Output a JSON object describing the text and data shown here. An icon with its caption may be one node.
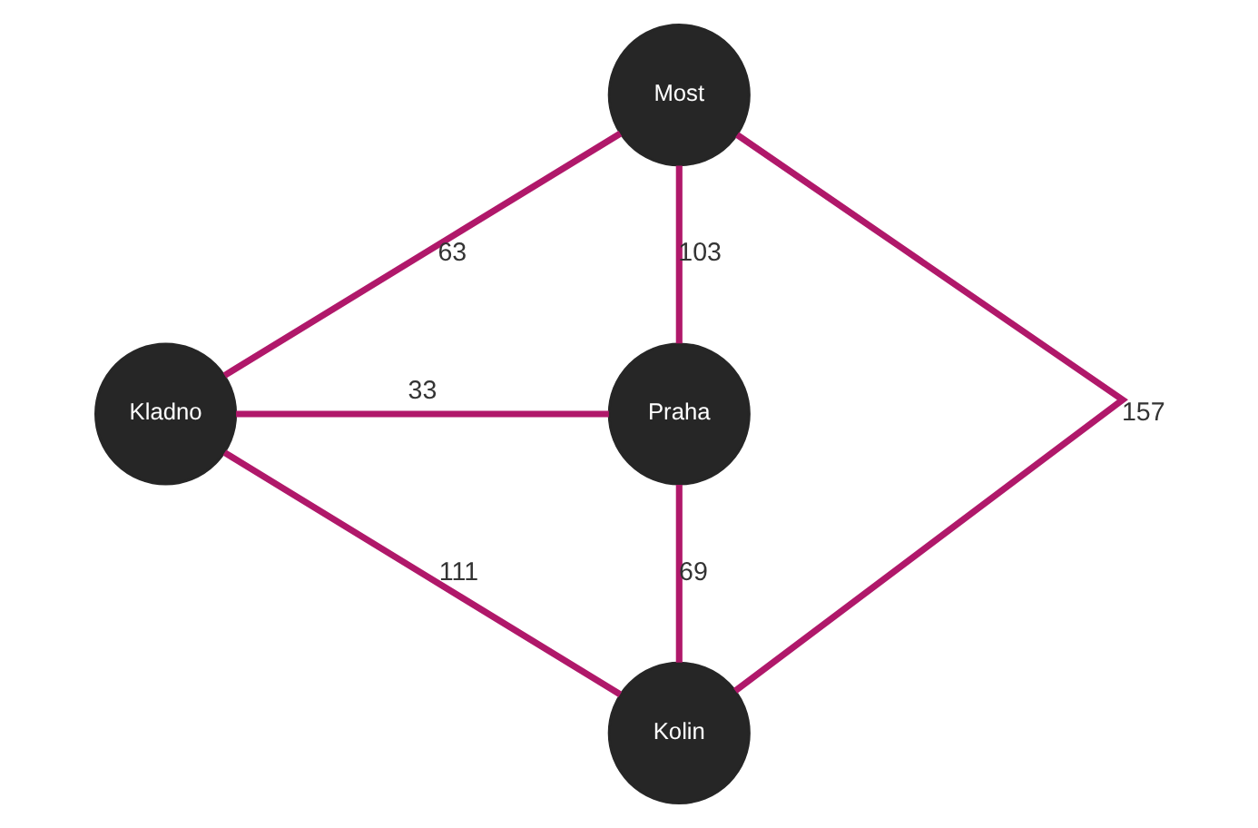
{
  "diagram": {
    "nodes": [
      {
        "text": [
          "Most"
        ]
      },
      {
        "text": [
          "Kladno"
        ]
      },
      {
        "text": [
          "Praha"
        ]
      },
      {
        "text": [
          "Kolin"
        ]
      }
    ],
    "edges": [
      {
        "from": 0,
        "to": 1,
        "arrow": "none",
        "label": "63"
      },
      {
        "from": 0,
        "to": 2,
        "arrow": "none",
        "label": "103"
      },
      {
        "from": 0,
        "to": 3,
        "arrow": "none",
        "label": "157"
      },
      {
        "from": 1,
        "to": 2,
        "arrow": "none",
        "label": "33"
      },
      {
        "from": 2,
        "to": 3,
        "arrow": "none",
        "label": "69"
      },
      {
        "from": 1,
        "to": 3,
        "arrow": "none",
        "label": "111"
      }
    ]
  }
}
